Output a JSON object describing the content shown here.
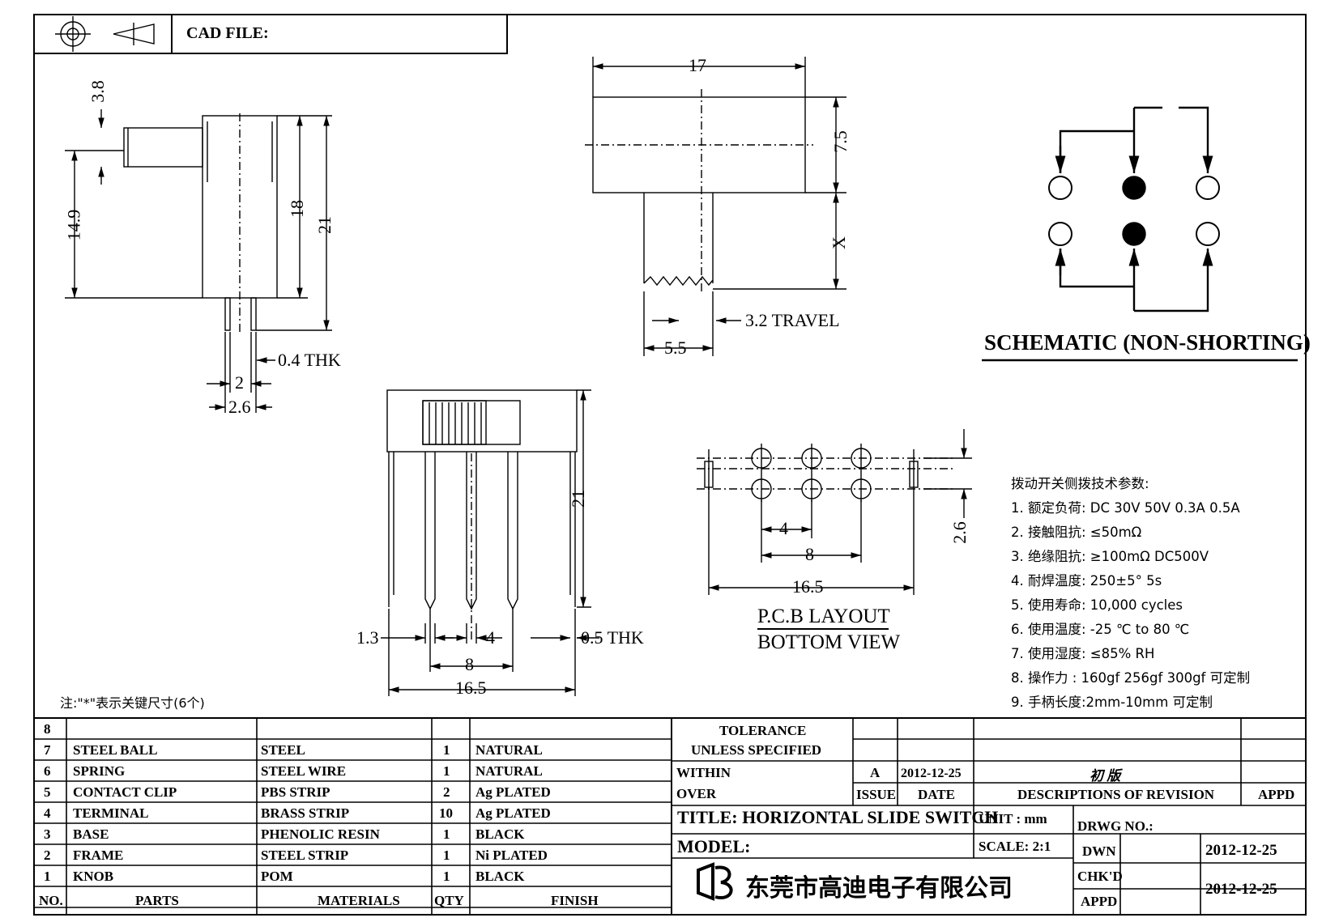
{
  "header": {
    "cad_file_label": "CAD FILE:"
  },
  "side_view": {
    "d_3_8": "3.8",
    "d_14_9": "14.9",
    "d_18": "18",
    "d_21": "21",
    "d_thk": "0.4  THK",
    "d_2": "2",
    "d_2_6": "2.6"
  },
  "top_view": {
    "d_17": "17",
    "d_7_5": "7.5",
    "d_x": "X",
    "d_travel": "3.2  TRAVEL",
    "d_5_5": "5.5"
  },
  "front_view": {
    "d_21": "21",
    "d_1_3": "1.3",
    "d_4": "4",
    "d_thk": "0.5  THK",
    "d_8": "8",
    "d_16_5": "16.5"
  },
  "pcb": {
    "d_4": "4",
    "d_8": "8",
    "d_16_5": "16.5",
    "d_2_6": "2.6",
    "title1": "P.C.B  LAYOUT",
    "title2": "BOTTOM  VIEW"
  },
  "schematic": {
    "title": "SCHEMATIC  (NON-SHORTING)"
  },
  "note": "注:\"*\"表示关键尺寸(6个)",
  "specs": {
    "heading": "拨动开关侧拨技术参数:",
    "items": [
      "1.  额定负荷: DC 30V    50V    0.3A    0.5A",
      "2.  接触阻抗:  ≤50mΩ",
      "3.  绝缘阻抗:  ≥100mΩ   DC500V",
      "4.  耐焊温度: 250±5°   5s",
      "5.  使用寿命: 10,000 cycles",
      "6.  使用温度: -25  ℃   to 80  ℃",
      "7.  使用湿度:  ≤85% RH",
      "8.  操作力 : 160gf    256gf    300gf  可定制",
      "9.  手柄长度:2mm-10mm   可定制"
    ]
  },
  "bom": {
    "rows": [
      {
        "no": "8",
        "part": "",
        "material": "",
        "qty": "",
        "finish": ""
      },
      {
        "no": "7",
        "part": "STEEL  BALL",
        "material": "STEEL",
        "qty": "1",
        "finish": "NATURAL"
      },
      {
        "no": "6",
        "part": "SPRING",
        "material": "STEEL  WIRE",
        "qty": "1",
        "finish": "NATURAL"
      },
      {
        "no": "5",
        "part": "CONTACT  CLIP",
        "material": "PBS  STRIP",
        "qty": "2",
        "finish": "Ag  PLATED"
      },
      {
        "no": "4",
        "part": "TERMINAL",
        "material": "BRASS  STRIP",
        "qty": "10",
        "finish": "Ag  PLATED"
      },
      {
        "no": "3",
        "part": "BASE",
        "material": "PHENOLIC  RESIN",
        "qty": "1",
        "finish": "BLACK"
      },
      {
        "no": "2",
        "part": "FRAME",
        "material": "STEEL  STRIP",
        "qty": "1",
        "finish": "Ni  PLATED"
      },
      {
        "no": "1",
        "part": "KNOB",
        "material": "POM",
        "qty": "1",
        "finish": "BLACK"
      }
    ],
    "headers": {
      "no": "NO.",
      "parts": "PARTS",
      "materials": "MATERIALS",
      "qty": "QTY",
      "finish": "FINISH"
    }
  },
  "title_block": {
    "tolerance_1": "TOLERANCE",
    "tolerance_2": "UNLESS    SPECIFIED",
    "within": "WITHIN",
    "over": "OVER",
    "rev_letter": "A",
    "rev_date": "2012-12-25",
    "rev_desc": "初 版",
    "issue": "ISSUE",
    "date": "DATE",
    "descriptions": "DESCRIPTIONS  OF  REVISION",
    "appd": "APPD",
    "title": "TITLE:  HORIZONTAL  SLIDE  SWITCH",
    "unit": "UNIT : mm",
    "drwg_no": "DRWG  NO.:",
    "model": "MODEL:",
    "scale": "SCALE:  2:1",
    "dwn": "DWN",
    "dwn_date": "2012-12-25",
    "chkd": "CHK'D",
    "chkd_date": "2012-12-25",
    "appd2": "APPD",
    "company": "东莞市高迪电子有限公司"
  }
}
